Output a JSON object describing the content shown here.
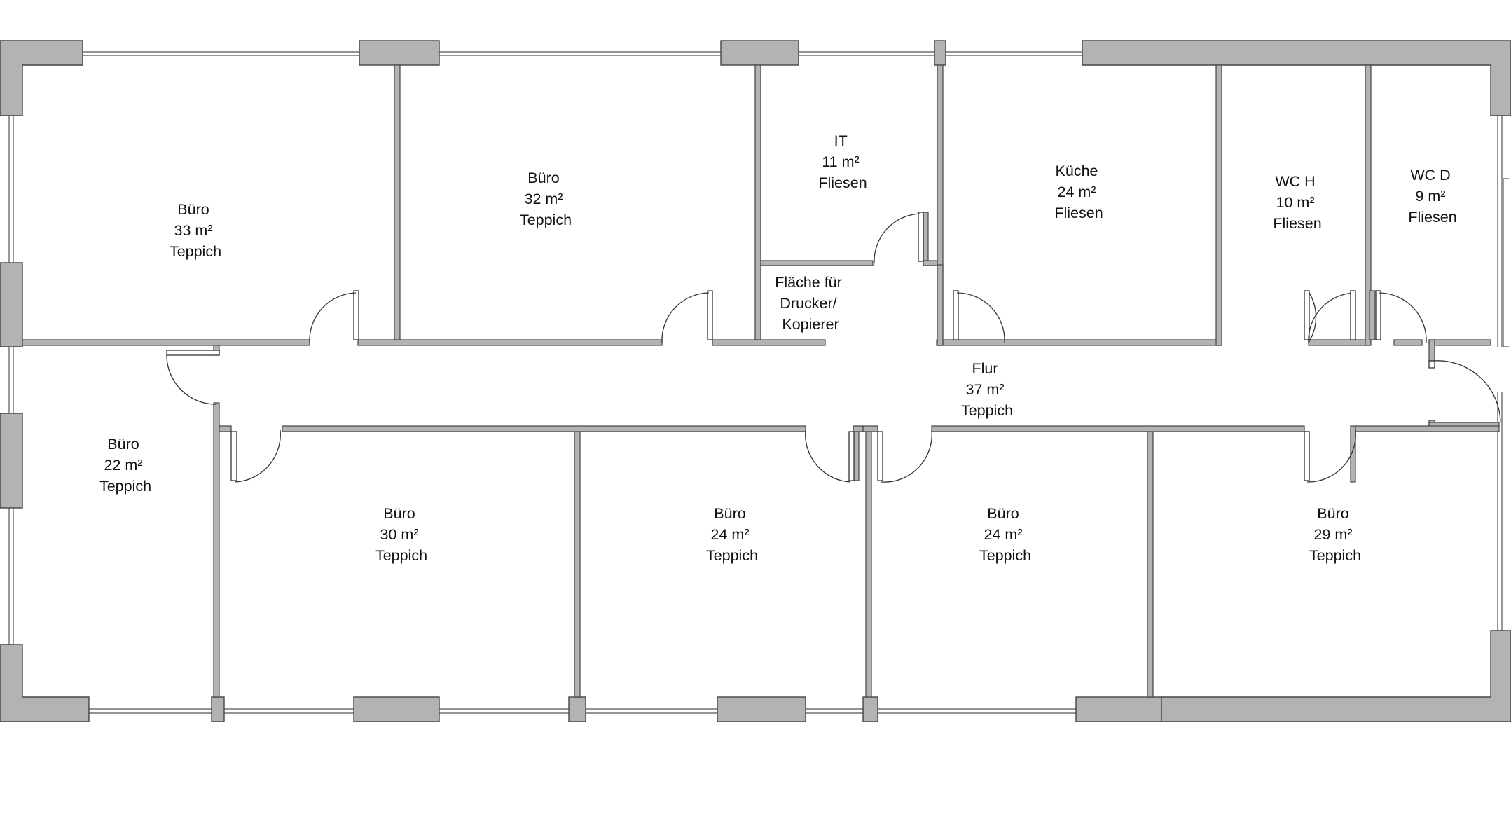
{
  "rooms": [
    {
      "id": "buero-33",
      "name": "Büro",
      "area": "33 m²",
      "floor": "Teppich"
    },
    {
      "id": "buero-32",
      "name": "Büro",
      "area": "32 m²",
      "floor": "Teppich"
    },
    {
      "id": "it",
      "name": "IT",
      "area": "11 m²",
      "floor": "Fliesen"
    },
    {
      "id": "kueche",
      "name": "Küche",
      "area": "24 m²",
      "floor": "Fliesen"
    },
    {
      "id": "wc-h",
      "name": "WC H",
      "area": "10 m²",
      "floor": "Fliesen"
    },
    {
      "id": "wc-d",
      "name": "WC D",
      "area": "9 m²",
      "floor": "Fliesen"
    },
    {
      "id": "drucker",
      "lines": [
        "Fläche für",
        "Drucker/",
        "Kopierer"
      ]
    },
    {
      "id": "flur",
      "name": "Flur",
      "area": "37 m²",
      "floor": "Teppich"
    },
    {
      "id": "buero-22",
      "name": "Büro",
      "area": "22 m²",
      "floor": "Teppich"
    },
    {
      "id": "buero-30",
      "name": "Büro",
      "area": "30 m²",
      "floor": "Teppich"
    },
    {
      "id": "buero-24a",
      "name": "Büro",
      "area": "24 m²",
      "floor": "Teppich"
    },
    {
      "id": "buero-24b",
      "name": "Büro",
      "area": "24 m²",
      "floor": "Teppich"
    },
    {
      "id": "buero-29",
      "name": "Büro",
      "area": "29 m²",
      "floor": "Teppich"
    }
  ]
}
